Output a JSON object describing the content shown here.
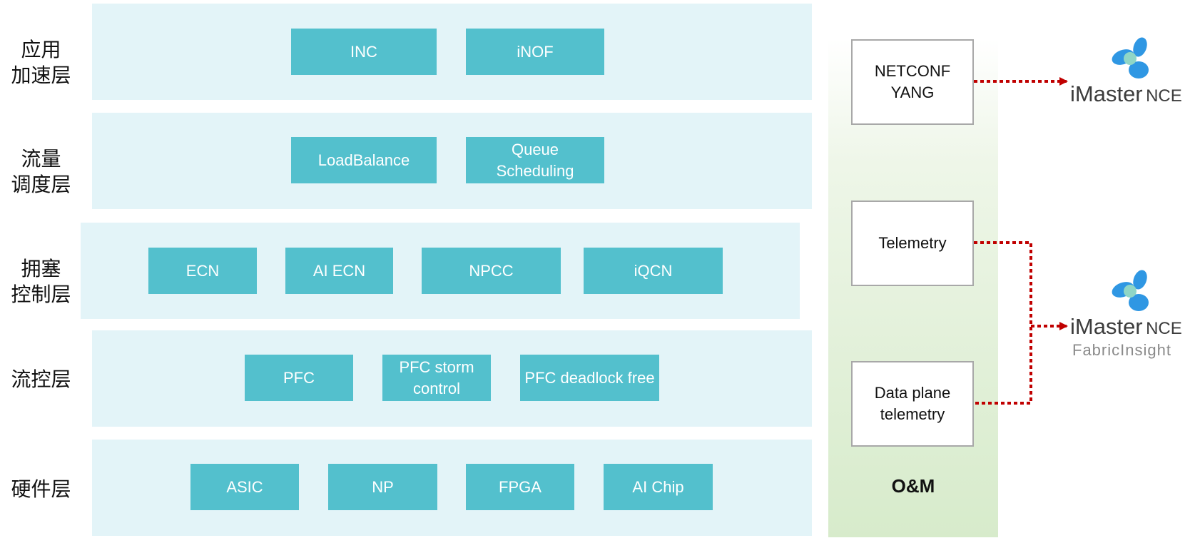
{
  "layers": [
    {
      "label": "应用\n加速层",
      "items": [
        "INC",
        "iNOF"
      ]
    },
    {
      "label": "流量\n调度层",
      "items": [
        "LoadBalance",
        "Queue\nScheduling"
      ]
    },
    {
      "label": "拥塞\n控制层",
      "items": [
        "ECN",
        "AI ECN",
        "NPCC",
        "iQCN"
      ]
    },
    {
      "label": "流控层",
      "items": [
        "PFC",
        "PFC storm\ncontrol",
        "PFC deadlock free"
      ]
    },
    {
      "label": "硬件层",
      "items": [
        "ASIC",
        "NP",
        "FPGA",
        "AI Chip"
      ]
    }
  ],
  "om": {
    "title": "O&M",
    "boxes": [
      "NETCONF\nYANG",
      "Telemetry",
      "Data plane\ntelemetry"
    ]
  },
  "logos": [
    {
      "main": "iMaster",
      "suffix": "NCE",
      "sub": ""
    },
    {
      "main": "iMaster",
      "suffix": "NCE",
      "sub": "FabricInsight"
    }
  ],
  "colors": {
    "band": "#e3f4f8",
    "chip": "#53c0cd",
    "arrow": "#c00000",
    "logo_blue": "#2f97e3"
  },
  "icons": {
    "logo": "imaster-flower-icon"
  }
}
